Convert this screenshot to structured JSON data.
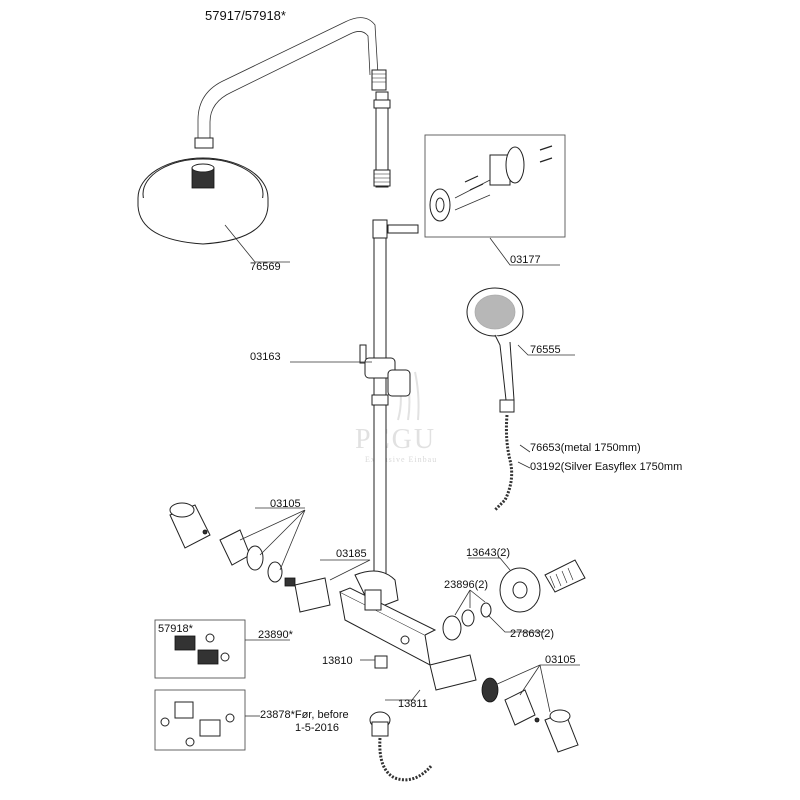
{
  "title": "57917/57918*",
  "watermark": {
    "brand": "PEGU",
    "tagline": "Exclusive Einbau"
  },
  "labels": {
    "p76569": "76569",
    "p03177": "03177",
    "p03163": "03163",
    "p76555": "76555",
    "p76653": "76653(metal  1750mm)",
    "p03192": "03192(Silver Easyflex 1750mm",
    "p03105_top": "03105",
    "p03185": "03185",
    "p13643": "13643(2)",
    "p23896": "23896(2)",
    "p27863": "27863(2)",
    "p57918_box": "57918*",
    "p23890": "23890*",
    "p13810": "13810",
    "p13811": "13811",
    "p03105_bottom": "03105",
    "p23878_line1": "23878*Før, before",
    "p23878_line2": "1-5-2016"
  },
  "colors": {
    "line": "#222222",
    "watermark": "#c9c9c9",
    "box": "#555555"
  }
}
